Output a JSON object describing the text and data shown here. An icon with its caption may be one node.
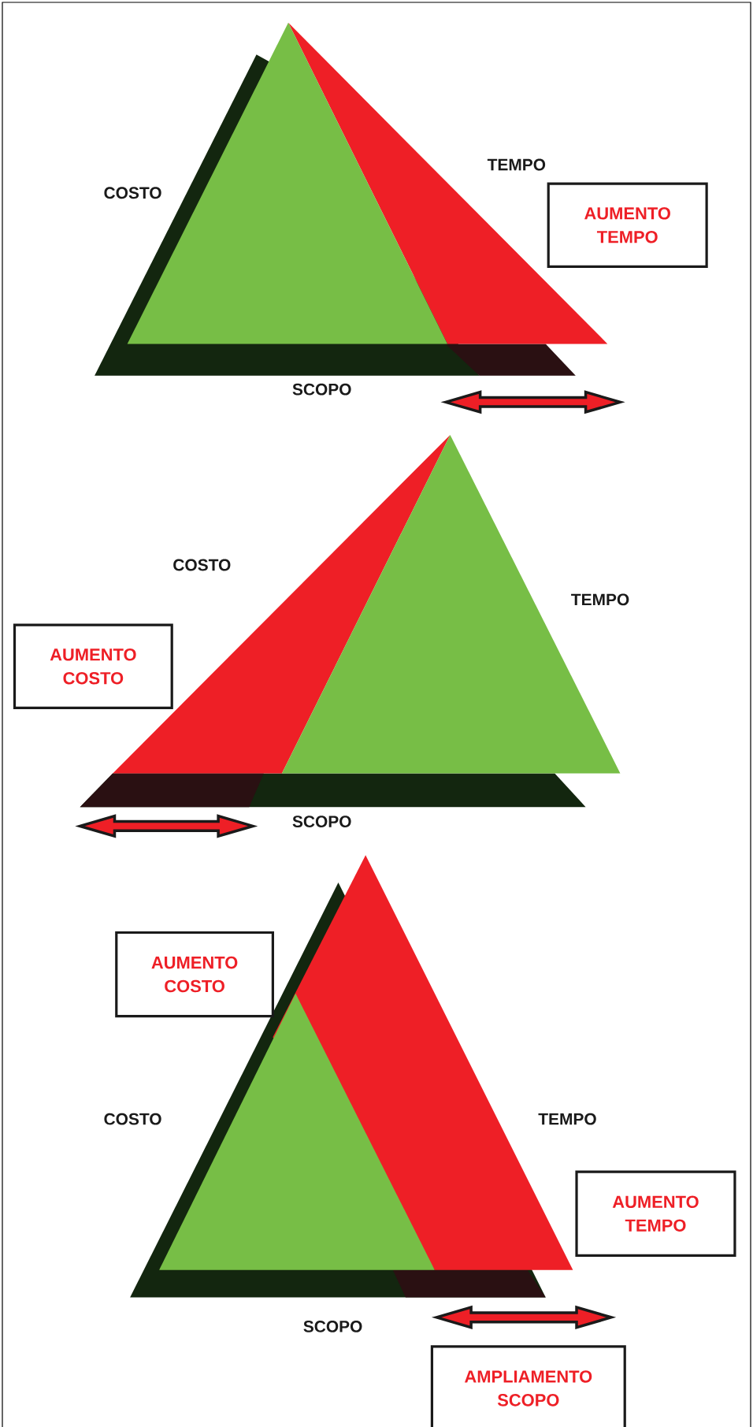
{
  "diagram": {
    "nodes": [
      {
        "text": [
          "AUMENTO TEMPO"
        ]
      },
      {
        "text": [
          "AUMENTO COSTO"
        ]
      },
      {
        "text": [
          "AUMENTO COSTO"
        ]
      },
      {
        "text": [
          "AUMENTO TEMPO"
        ]
      },
      {
        "text": [
          "AMPLIAMENTO SCOPO"
        ]
      }
    ],
    "labels": [
      "TEMPO",
      "COSTO",
      "SCOPO",
      "COSTO",
      "TEMPO",
      "SCOPO",
      "COSTO",
      "TEMPO",
      "SCOPO"
    ]
  }
}
